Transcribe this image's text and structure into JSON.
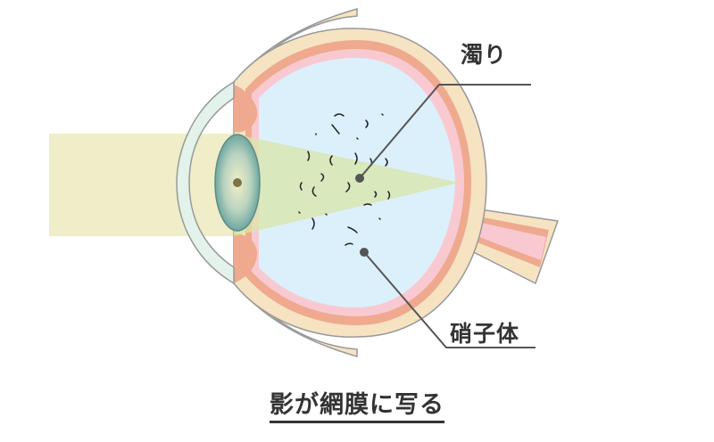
{
  "labels": {
    "opacity": "濁り",
    "vitreous": "硝子体"
  },
  "caption": "影が網膜に写る",
  "colors": {
    "sclera": "#f6e3c2",
    "choroid": "#eea98f",
    "retina": "#f9c9d1",
    "vitreous": "#dcf0fb",
    "light_beam": "#f0eec8",
    "lens": "#6fa7a0",
    "text": "#333333"
  }
}
